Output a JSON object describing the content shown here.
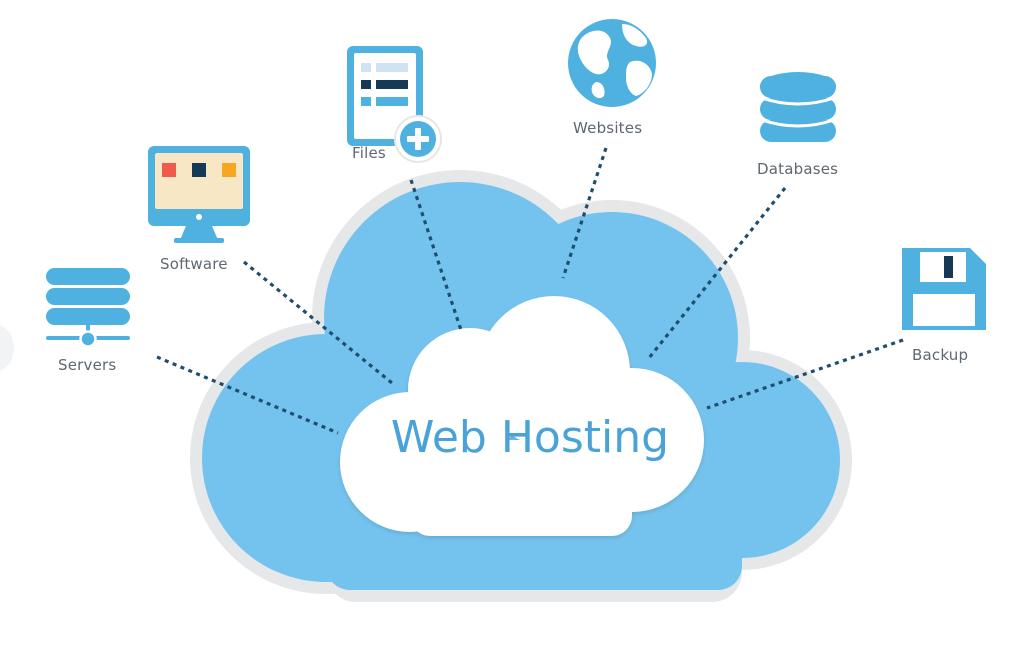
{
  "center": {
    "label": "Web Hosting"
  },
  "nodes": [
    {
      "id": "servers",
      "label": "Servers",
      "icon": "server-stack-icon"
    },
    {
      "id": "software",
      "label": "Software",
      "icon": "monitor-icon"
    },
    {
      "id": "files",
      "label": "Files",
      "icon": "add-file-icon"
    },
    {
      "id": "websites",
      "label": "Websites",
      "icon": "globe-icon"
    },
    {
      "id": "databases",
      "label": "Databases",
      "icon": "database-icon"
    },
    {
      "id": "backup",
      "label": "Backup",
      "icon": "floppy-disk-icon"
    }
  ],
  "colors": {
    "cloud_outer": "#74c3ee",
    "cloud_border": "#e6e7e9",
    "cloud_inner": "#ffffff",
    "icon_blue": "#4fb1df",
    "icon_dark": "#163a55",
    "connector": "#1f4e6e",
    "accent_red": "#ef5a4a",
    "accent_orange": "#f5a623",
    "label_gray": "#5f6770"
  }
}
